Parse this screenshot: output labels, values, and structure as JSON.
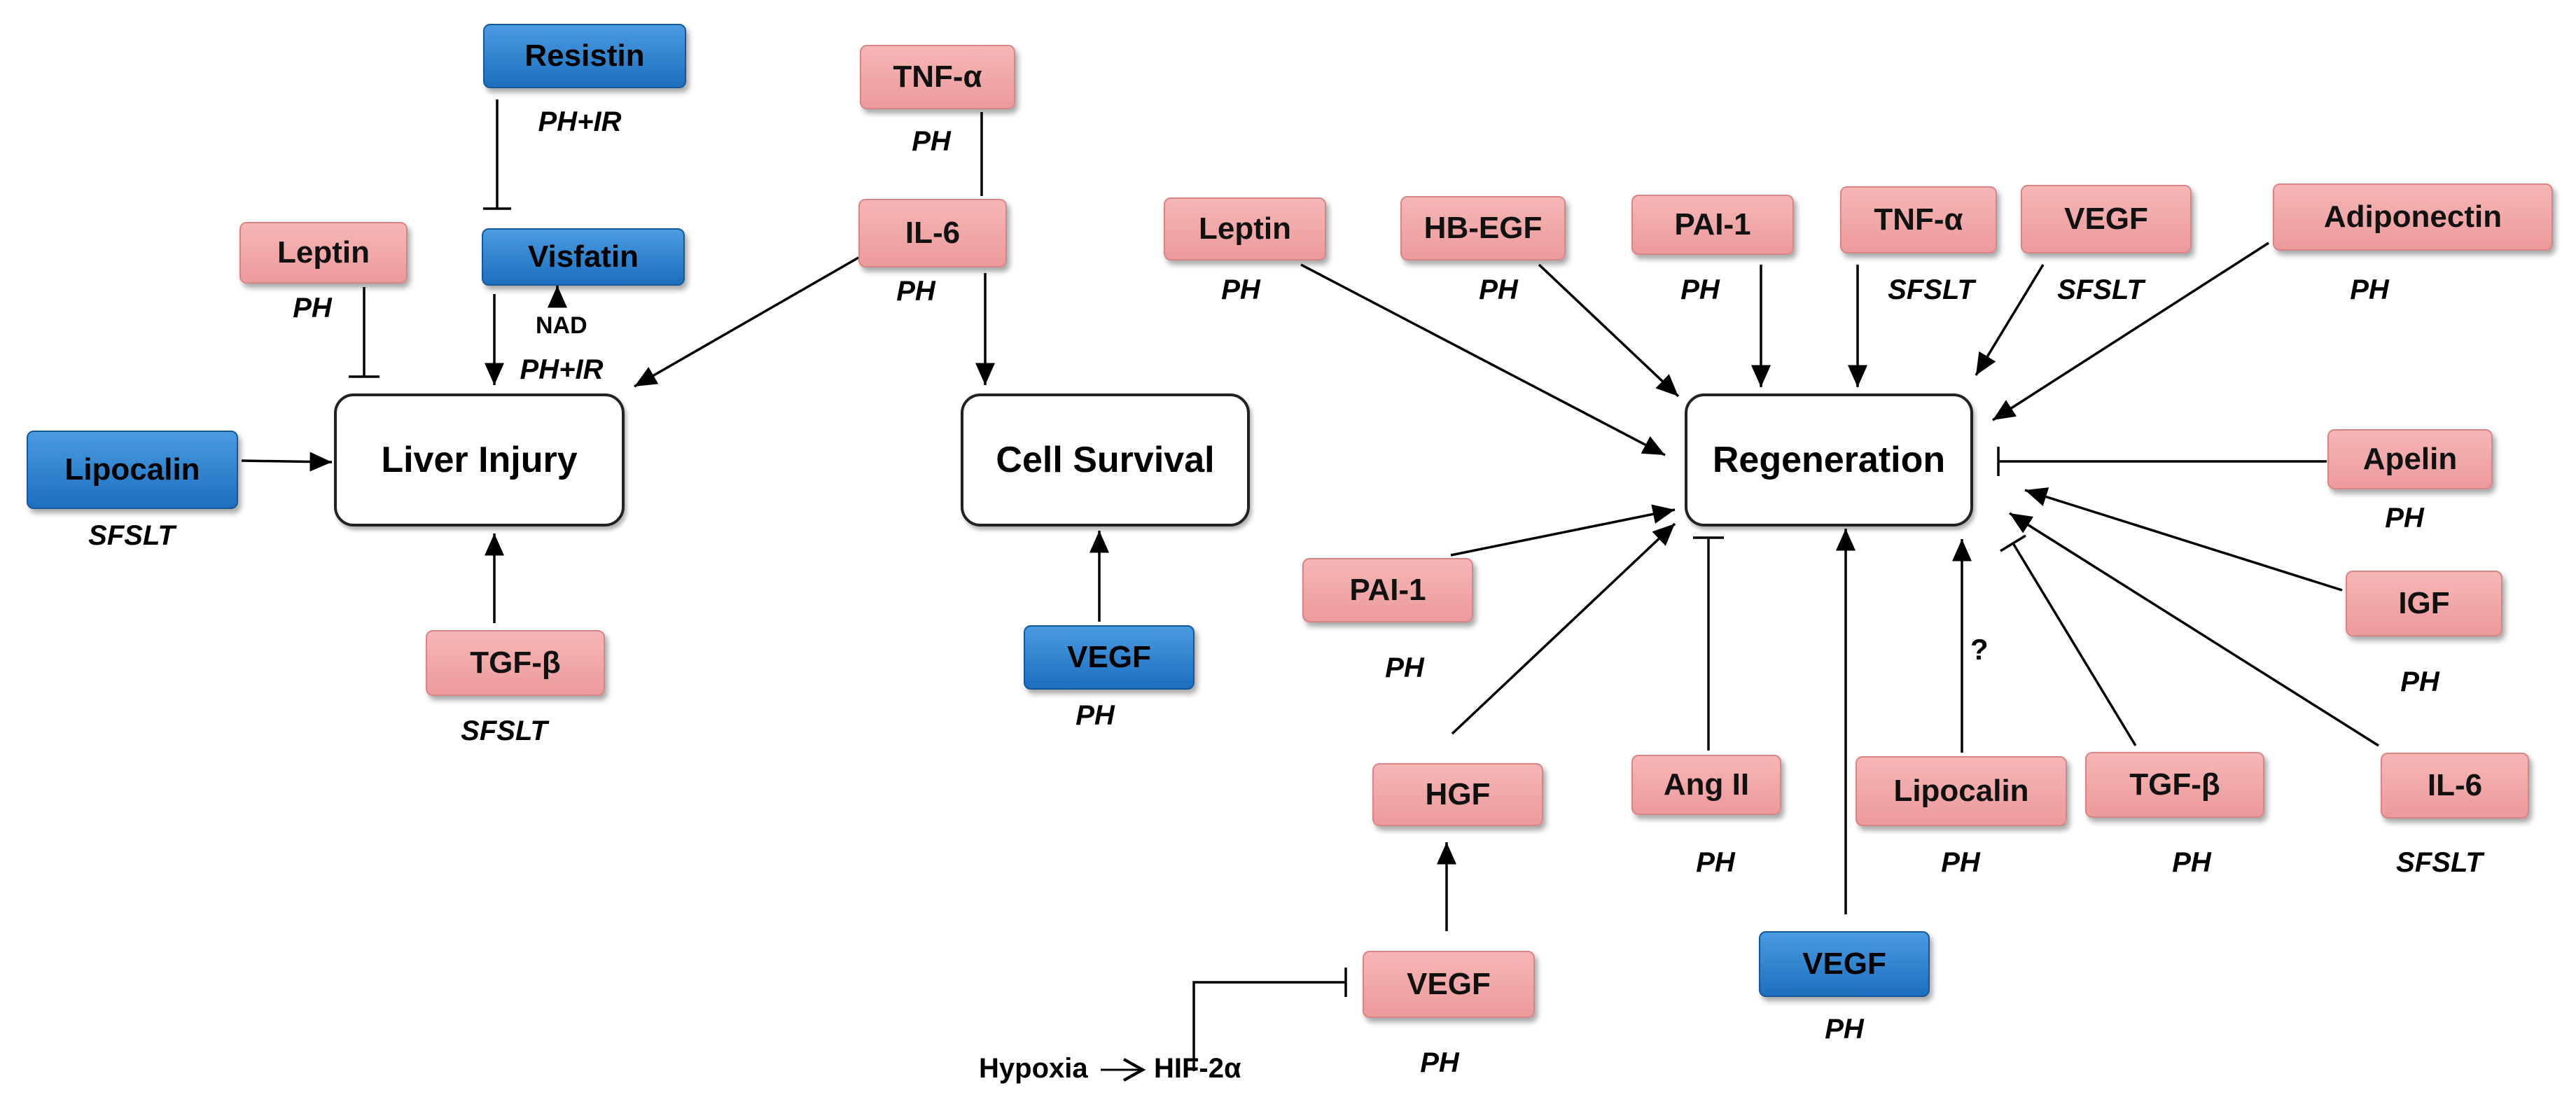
{
  "outcomes": {
    "liver_injury": "Liver Injury",
    "cell_survival": "Cell Survival",
    "regeneration": "Regeneration"
  },
  "nodes": {
    "resistin": {
      "label": "Resistin",
      "note": "PH+IR"
    },
    "visfatin": {
      "label": "Visfatin",
      "note": "PH+IR"
    },
    "nad": {
      "label": "NAD"
    },
    "leptin_l": {
      "label": "Leptin",
      "note": "PH"
    },
    "lipocalin_l": {
      "label": "Lipocalin",
      "note": "SFSLT"
    },
    "tgfb_l": {
      "label": "TGF-β",
      "note": "SFSLT"
    },
    "tnfa_c": {
      "label": "TNF-α",
      "note": "PH"
    },
    "il6_c": {
      "label": "IL-6",
      "note": "PH"
    },
    "vegf_c": {
      "label": "VEGF",
      "note": "PH"
    },
    "leptin_r": {
      "label": "Leptin",
      "note": "PH"
    },
    "hbegf": {
      "label": "HB-EGF",
      "note": "PH"
    },
    "pai1_top": {
      "label": "PAI-1",
      "note": "PH"
    },
    "tnfa_r": {
      "label": "TNF-α",
      "note": "SFSLT"
    },
    "vegf_top": {
      "label": "VEGF",
      "note": "SFSLT"
    },
    "adiponectin": {
      "label": "Adiponectin",
      "note": "PH"
    },
    "apelin": {
      "label": "Apelin",
      "note": "PH"
    },
    "igf": {
      "label": "IGF",
      "note": "PH"
    },
    "il6_r": {
      "label": "IL-6",
      "note": "SFSLT"
    },
    "tgfb_r": {
      "label": "TGF-β",
      "note": "PH"
    },
    "lipocalin_r": {
      "label": "Lipocalin",
      "note": "PH"
    },
    "question": {
      "label": "?"
    },
    "vegf_bottom": {
      "label": "VEGF",
      "note": "PH"
    },
    "angii": {
      "label": "Ang II",
      "note": "PH"
    },
    "hgf": {
      "label": "HGF"
    },
    "pai1_left": {
      "label": "PAI-1",
      "note": "PH"
    },
    "vegf_low": {
      "label": "VEGF",
      "note": "PH"
    },
    "hypoxia": {
      "label": "Hypoxia"
    },
    "hif2a": {
      "label": "HIF-2α"
    }
  },
  "colors": {
    "pink_node": "#ec9a9b",
    "blue_node": "#1d6fbf"
  }
}
